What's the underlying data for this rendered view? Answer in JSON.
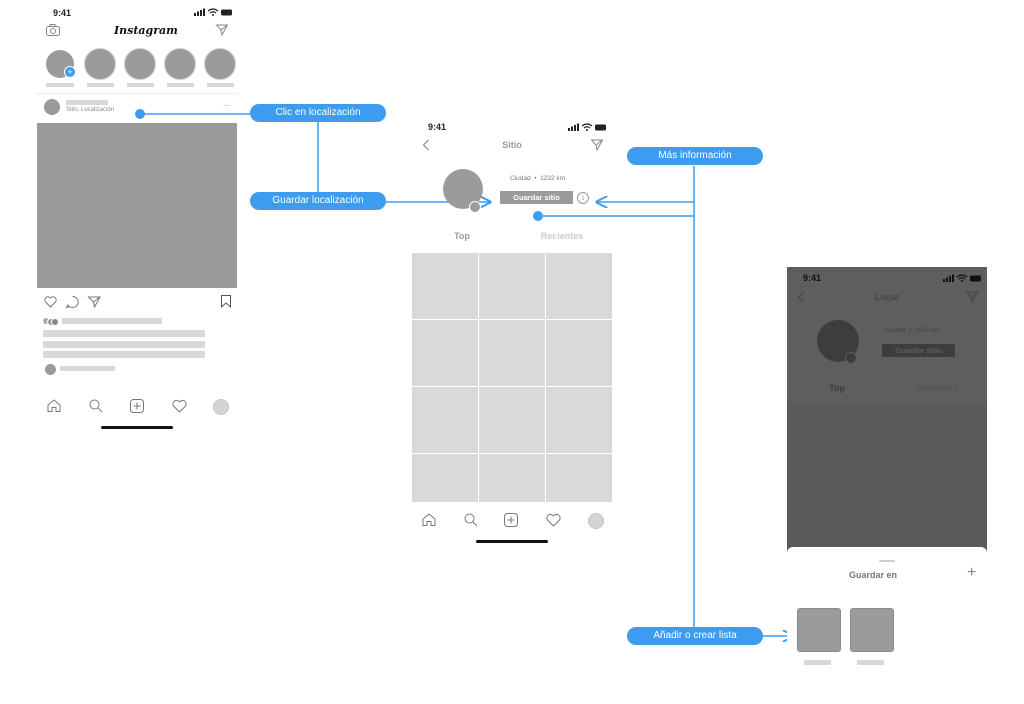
{
  "status_time": "9:41",
  "feed": {
    "brand": "Instagram",
    "post_location": "Sitio, Localización",
    "more": "..."
  },
  "place_screen": {
    "title": "Sitio",
    "meta": "Ciudad  •  1232 km",
    "save_button": "Guardar sitio",
    "tabs": [
      "Top",
      "Recientes"
    ]
  },
  "sheet_screen": {
    "title": "Lugar",
    "meta": "Ciudad  •  1232 km",
    "save_button": "Guardar sitio",
    "tabs": [
      "Top",
      "Recientes"
    ],
    "sheet_title": "Guardar en",
    "add_symbol": "+"
  },
  "callouts": {
    "tap_location": "Clic en localización",
    "save_location": "Guardar localización",
    "more_info": "Más información",
    "add_or_create": "Añadir o crear lista"
  },
  "colors": {
    "accent": "#3d9cf0",
    "placeholder_dark": "#9b9b9b",
    "placeholder_light": "#d8d8d8",
    "overlay": "#5e5e5e"
  }
}
